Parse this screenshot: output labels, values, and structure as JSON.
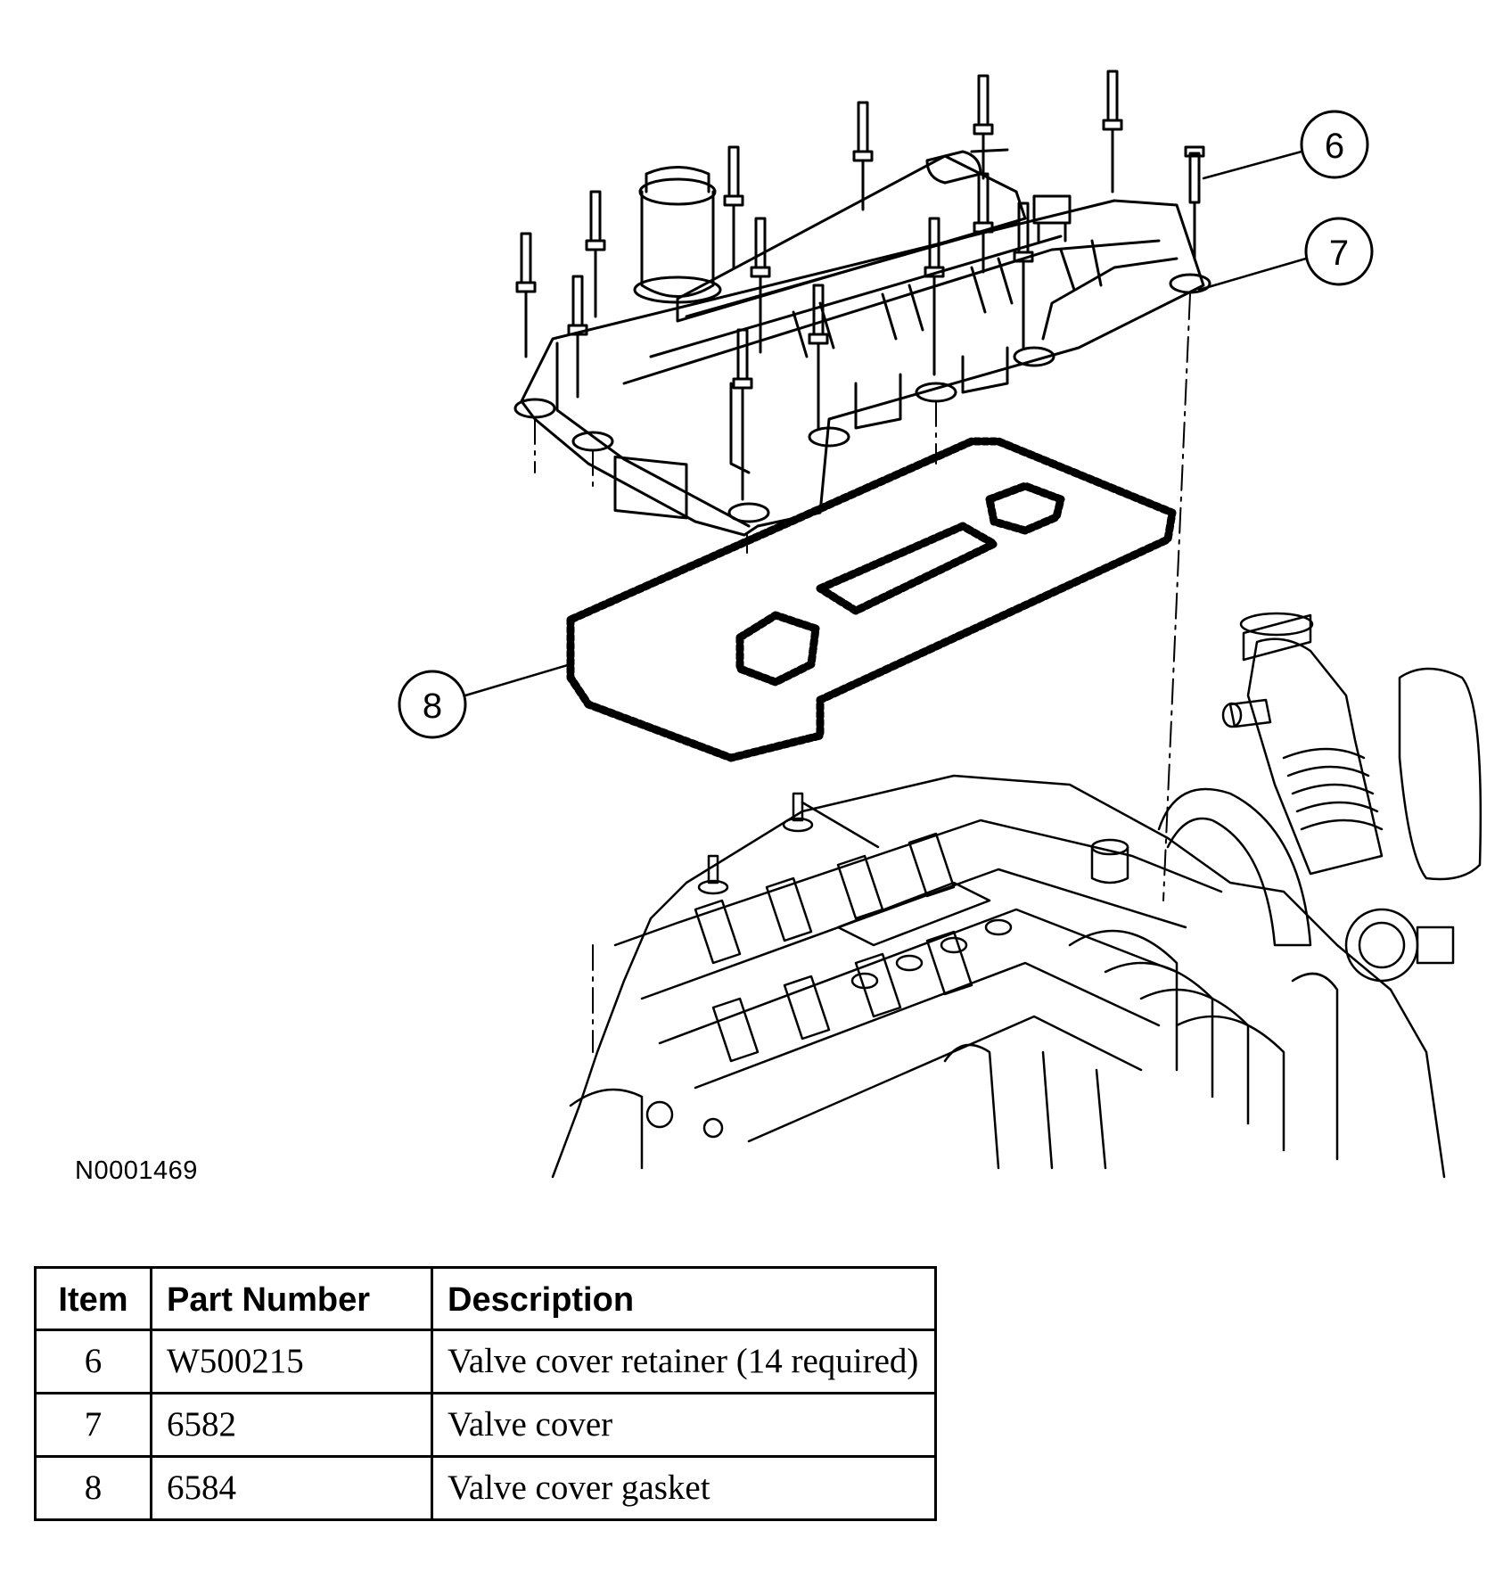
{
  "figure": {
    "id": "N0001469",
    "callouts": [
      "6",
      "7",
      "8"
    ]
  },
  "table": {
    "headers": {
      "item": "Item",
      "part_number": "Part Number",
      "description": "Description"
    },
    "rows": [
      {
        "item": "6",
        "part_number": "W500215",
        "description": "Valve cover retainer (14 required)"
      },
      {
        "item": "7",
        "part_number": "6582",
        "description": "Valve cover"
      },
      {
        "item": "8",
        "part_number": "6584",
        "description": "Valve cover gasket"
      }
    ]
  }
}
